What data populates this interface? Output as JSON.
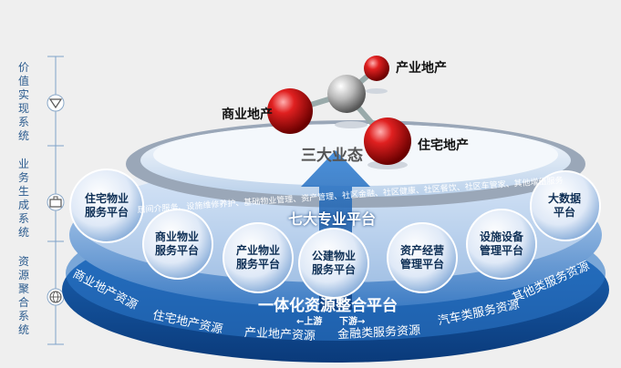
{
  "side_systems": [
    {
      "label": "价值实现系统",
      "icon": "shield-down-icon"
    },
    {
      "label": "业务生成系统",
      "icon": "briefcase-icon"
    },
    {
      "label": "资源聚合系统",
      "icon": "globe-icon"
    }
  ],
  "top_layer": {
    "title": "三大业态",
    "nodes": [
      "产业地产",
      "商业地产",
      "住宅地产"
    ]
  },
  "ring_services": "居间介服务、设施维修养护、基础物业管理、资产管理、社区金融、社区健康、社区餐饮、社区车管家、其他增值服务",
  "middle_layer": {
    "title": "七大专业平台",
    "platforms": [
      "住宅物业\n服务平台",
      "商业物业\n服务平台",
      "产业物业\n服务平台",
      "公建物业\n服务平台",
      "资产经营\n管理平台",
      "设施设备\n管理平台",
      "大数据\n平台"
    ]
  },
  "base_layer": {
    "title": "一体化资源整合平台",
    "upstream": "←上游",
    "downstream": "下游→",
    "resources": [
      "商业地产资源",
      "住宅地产资源",
      "产业地产资源",
      "金融类服务资源",
      "汽车类服务资源",
      "其他类服务资源"
    ]
  },
  "colors": {
    "accent": "#2b5b8e",
    "red": "#c4161c",
    "blue": "#1a5fa8",
    "dark_blue": "#0a3a7a"
  }
}
